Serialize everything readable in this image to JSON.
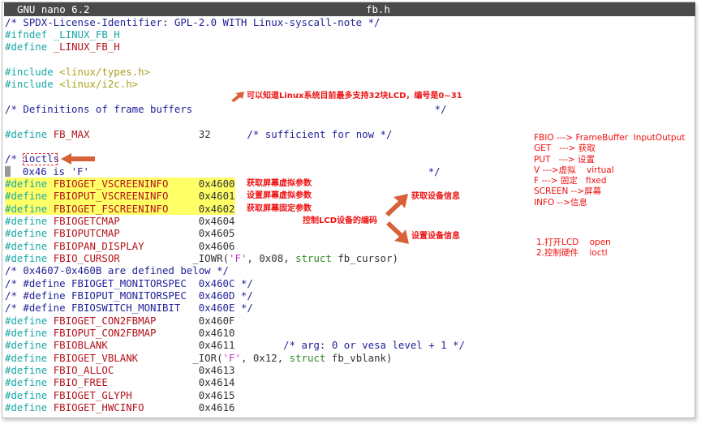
{
  "titlebar": {
    "app": "GNU nano 6.2",
    "file": "fb.h"
  },
  "lines": [
    {
      "segs": [
        [
          "/* SPDX-License-Identifier: GPL-2.0 WITH Linux-syscall-note */",
          "c"
        ]
      ]
    },
    {
      "segs": [
        [
          "#ifndef ",
          "p"
        ],
        [
          "_LINUX_FB_H",
          "p"
        ]
      ]
    },
    {
      "segs": [
        [
          "#define ",
          "p"
        ],
        [
          "_LINUX_FB_H",
          "n"
        ]
      ]
    },
    {
      "segs": []
    },
    {
      "segs": [
        [
          "#include ",
          "p"
        ],
        [
          "<linux/types.h>",
          "s"
        ]
      ]
    },
    {
      "segs": [
        [
          "#include ",
          "p"
        ],
        [
          "<linux/i2c.h>",
          "s"
        ]
      ]
    },
    {
      "segs": []
    },
    {
      "segs": [
        [
          "/* Definitions of frame buffers                                        */",
          "c"
        ]
      ]
    },
    {
      "segs": []
    },
    {
      "segs": [
        [
          "#define ",
          "p"
        ],
        [
          "FB_MAX",
          "n"
        ],
        [
          "                  32      ",
          "t"
        ],
        [
          "/* sufficient for now */",
          "c"
        ]
      ]
    },
    {
      "segs": []
    },
    {
      "segs": [
        [
          "/* ioctls",
          "c"
        ]
      ]
    },
    {
      "cursor": true,
      "segs": [
        [
          "   0x46 is 'F'                                                        */",
          "c"
        ]
      ]
    },
    {
      "hl": true,
      "segs": [
        [
          "#define ",
          "p"
        ],
        [
          "FBIOGET_VSCREENINFO",
          "n"
        ],
        [
          "     0x4600",
          "t"
        ]
      ]
    },
    {
      "hl": true,
      "segs": [
        [
          "#define ",
          "p"
        ],
        [
          "FBIOPUT_VSCREENINFO",
          "n"
        ],
        [
          "     0x4601",
          "t"
        ]
      ]
    },
    {
      "hl": true,
      "segs": [
        [
          "#define ",
          "p"
        ],
        [
          "FBIOGET_FSCREENINFO",
          "n"
        ],
        [
          "     0x4602",
          "t"
        ]
      ]
    },
    {
      "segs": [
        [
          "#define ",
          "p"
        ],
        [
          "FBIOGETCMAP",
          "n"
        ],
        [
          "             0x4604",
          "t"
        ]
      ]
    },
    {
      "segs": [
        [
          "#define ",
          "p"
        ],
        [
          "FBIOPUTCMAP",
          "n"
        ],
        [
          "             0x4605",
          "t"
        ]
      ]
    },
    {
      "segs": [
        [
          "#define ",
          "p"
        ],
        [
          "FBIOPAN_DISPLAY",
          "n"
        ],
        [
          "         0x4606",
          "t"
        ]
      ]
    },
    {
      "segs": [
        [
          "#define ",
          "p"
        ],
        [
          "FBIO_CURSOR",
          "n"
        ],
        [
          "            _IOWR(",
          "t"
        ],
        [
          "'F'",
          "q"
        ],
        [
          ", 0x08, ",
          "t"
        ],
        [
          "struct",
          "k"
        ],
        [
          " fb_cursor)",
          "t"
        ]
      ]
    },
    {
      "segs": [
        [
          "/* 0x4607-0x460B are defined below */",
          "c"
        ]
      ]
    },
    {
      "segs": [
        [
          "/* #define FBIOGET_MONITORSPEC  0x460C */",
          "c"
        ]
      ]
    },
    {
      "segs": [
        [
          "/* #define FBIOPUT_MONITORSPEC  0x460D */",
          "c"
        ]
      ]
    },
    {
      "segs": [
        [
          "/* #define FBIOSWITCH_MONIBIT   0x460E */",
          "c"
        ]
      ]
    },
    {
      "segs": [
        [
          "#define ",
          "p"
        ],
        [
          "FBIOGET_CON2FBMAP",
          "n"
        ],
        [
          "       0x460F",
          "t"
        ]
      ]
    },
    {
      "segs": [
        [
          "#define ",
          "p"
        ],
        [
          "FBIOPUT_CON2FBMAP",
          "n"
        ],
        [
          "       0x4610",
          "t"
        ]
      ]
    },
    {
      "segs": [
        [
          "#define ",
          "p"
        ],
        [
          "FBIOBLANK",
          "n"
        ],
        [
          "               0x4611        ",
          "t"
        ],
        [
          "/* arg: 0 or vesa level + 1 */",
          "c"
        ]
      ]
    },
    {
      "segs": [
        [
          "#define ",
          "p"
        ],
        [
          "FBIOGET_VBLANK",
          "n"
        ],
        [
          "         _IOR(",
          "t"
        ],
        [
          "'F'",
          "q"
        ],
        [
          ", 0x12, ",
          "t"
        ],
        [
          "struct",
          "k"
        ],
        [
          " fb_vblank)",
          "t"
        ]
      ]
    },
    {
      "segs": [
        [
          "#define ",
          "p"
        ],
        [
          "FBIO_ALLOC",
          "n"
        ],
        [
          "              0x4613",
          "t"
        ]
      ]
    },
    {
      "segs": [
        [
          "#define ",
          "p"
        ],
        [
          "FBIO_FREE",
          "n"
        ],
        [
          "               0x4614",
          "t"
        ]
      ]
    },
    {
      "segs": [
        [
          "#define ",
          "p"
        ],
        [
          "FBIOGET_GLYPH",
          "n"
        ],
        [
          "           0x4615",
          "t"
        ]
      ]
    },
    {
      "segs": [
        [
          "#define ",
          "p"
        ],
        [
          "FBIOGET_HWCINFO",
          "n"
        ],
        [
          "         0x4616",
          "t"
        ]
      ]
    }
  ],
  "annotations": {
    "fb_max": "可以知道Linux系统目前最多支持32块LCD，编号是0~31",
    "vscreen_get": "获取屏幕虚拟参数",
    "vscreen_put": "设置屏幕虚拟参数",
    "fscreen_get": "获取屏幕固定参数",
    "control_code": "控制LCD设备的编码",
    "get_info": "获取设备信息",
    "set_info": "设置设备信息"
  },
  "notes": {
    "glossary": "FBIO ---> FrameBuffer  InputOutput\nGET   ---> 获取\nPUT   ---> 设置\nV --->虚拟    virtual\nF ---> 固定   fixed\nSCREEN -->屏幕\nINFO -->信息",
    "steps": "1.打开LCD    open\n2.控制硬件    ioctl"
  },
  "colors": {
    "annotation": "#ee1111",
    "arrow": "#d9603a",
    "highlight": "#ffff66"
  }
}
